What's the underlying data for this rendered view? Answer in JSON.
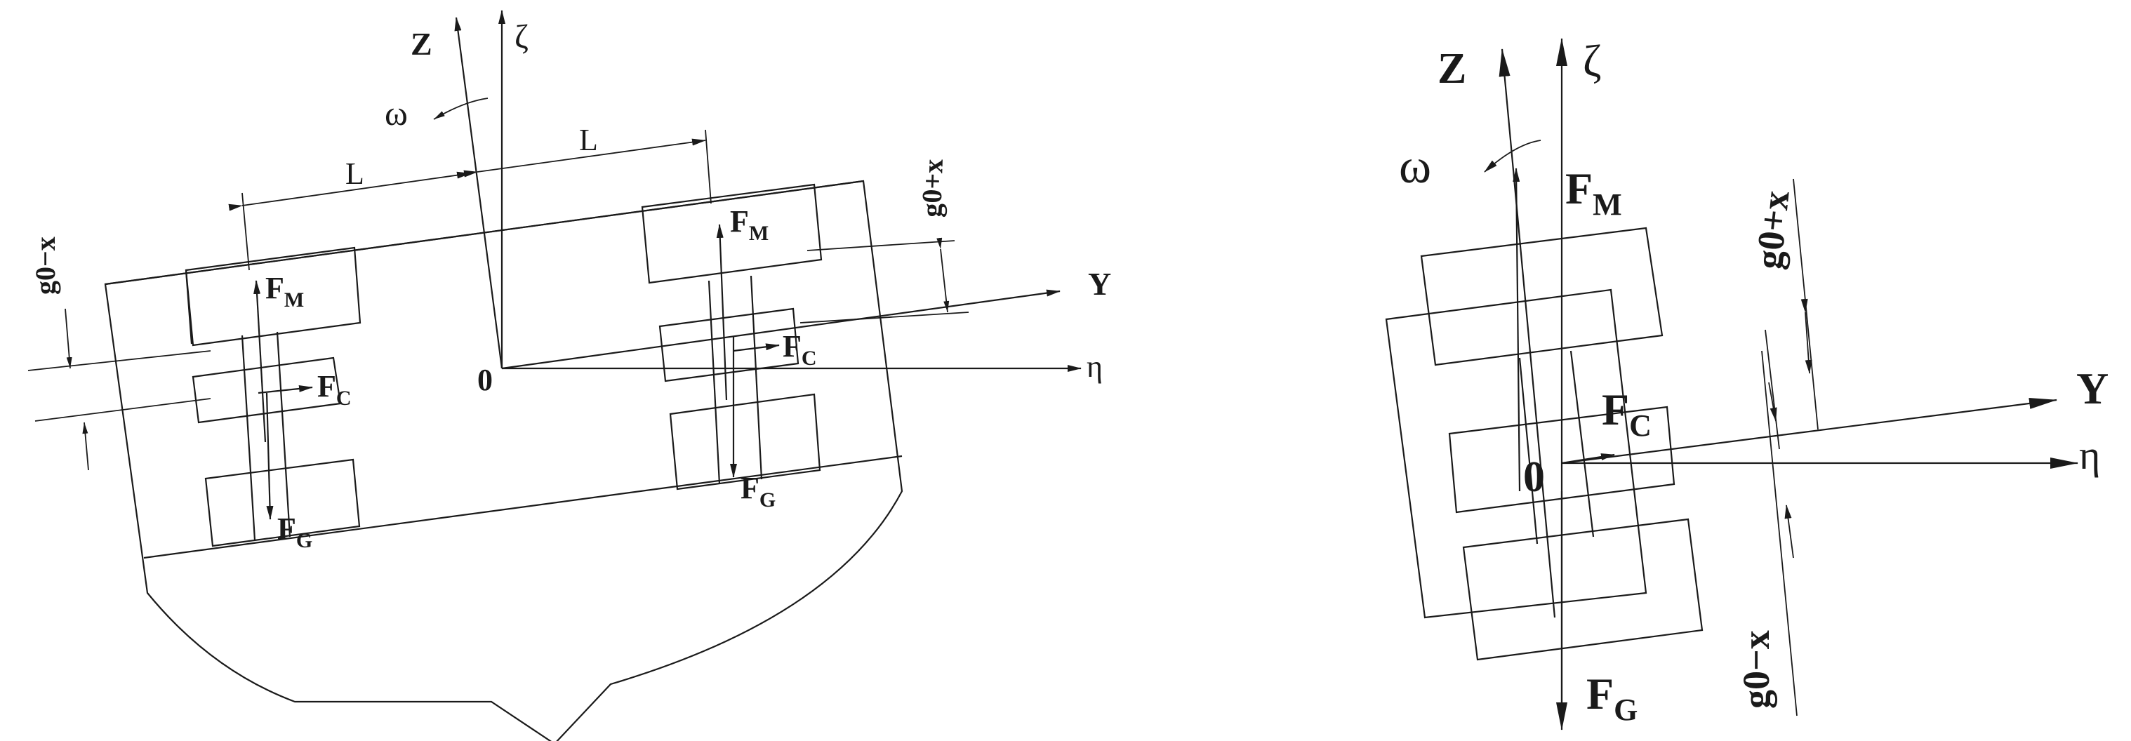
{
  "left": {
    "axis_Z": "Z",
    "axis_zeta": "ζ",
    "axis_Y": "Y",
    "axis_eta": "η",
    "omega": "ω",
    "origin": "0",
    "dim_L_left": "L",
    "dim_L_right": "L",
    "g0_plus_x": "g0+x",
    "g0_minus_x": "g0−x",
    "left_unit": {
      "FM": "F",
      "FM_sub": "M",
      "FC": "F",
      "FC_sub": "C",
      "FG": "F",
      "FG_sub": "G"
    },
    "right_unit": {
      "FM": "F",
      "FM_sub": "M",
      "FC": "F",
      "FC_sub": "C",
      "FG": "F",
      "FG_sub": "G"
    }
  },
  "right": {
    "axis_Z": "Z",
    "axis_zeta": "ζ",
    "axis_Y": "Y",
    "axis_eta": "η",
    "omega": "ω",
    "origin": "0",
    "g0_plus_x": "g0+x",
    "g0_minus_x": "g0−x",
    "FM": "F",
    "FM_sub": "M",
    "FC": "F",
    "FC_sub": "C",
    "FG": "F",
    "FG_sub": "G"
  }
}
